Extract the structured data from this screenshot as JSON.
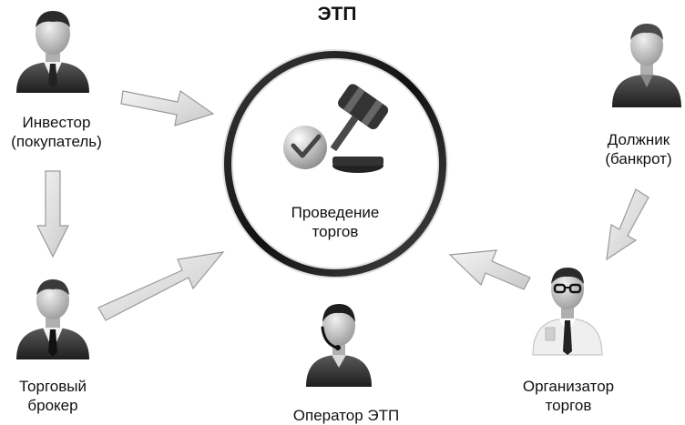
{
  "title": "ЭТП",
  "center": {
    "label": "Проведение\nторгов"
  },
  "actors": {
    "investor": {
      "label": "Инвестор\n(покупатель)"
    },
    "broker": {
      "label": "Торговый\nброкер"
    },
    "operator": {
      "label": "Оператор ЭТП"
    },
    "organizer": {
      "label": "Организатор\nторгов"
    },
    "debtor": {
      "label": "Должник\n(банкрот)"
    }
  }
}
